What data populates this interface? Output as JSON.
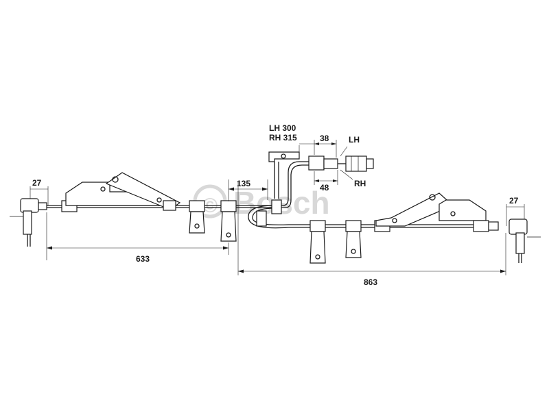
{
  "watermark": {
    "symbol": "©",
    "brand": "Bosch"
  },
  "dimensions": {
    "left_sensor_angle": "27",
    "right_sensor_angle": "27",
    "left_length": "633",
    "right_length": "863",
    "middle_offset": "135",
    "connector_length": "38",
    "connector_offset": "48"
  },
  "labels": {
    "lh_length": "LH 300",
    "rh_length": "RH 315",
    "lh": "LH",
    "rh": "RH"
  },
  "colors": {
    "line": "#1a1a1a",
    "watermark": "#d8d8d8",
    "background": "#ffffff"
  }
}
